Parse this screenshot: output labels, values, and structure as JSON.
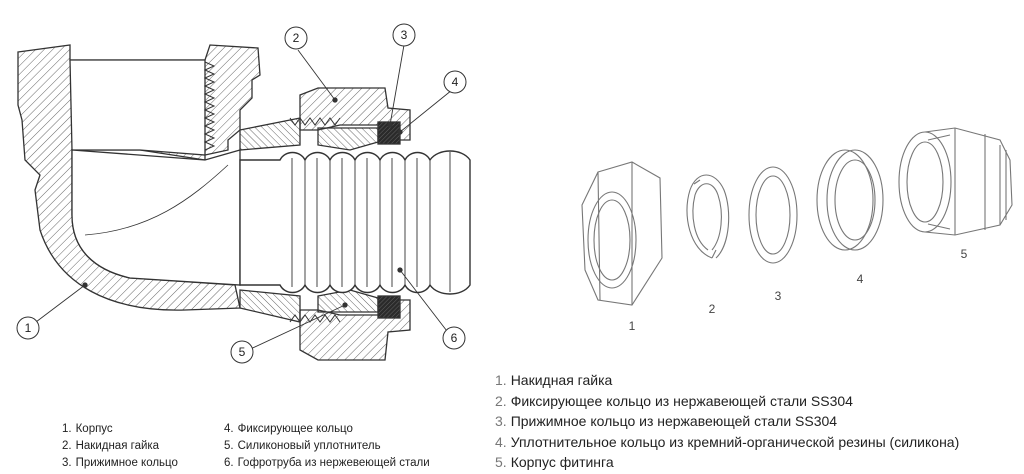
{
  "section_callouts": [
    "1",
    "2",
    "3",
    "4",
    "5",
    "6"
  ],
  "exploded_part_numbers": [
    "1",
    "2",
    "3",
    "4",
    "5"
  ],
  "legend_left": {
    "column1": [
      {
        "num": "1.",
        "text": "Корпус"
      },
      {
        "num": "2.",
        "text": "Накидная гайка"
      },
      {
        "num": "3.",
        "text": "Прижимное кольцо"
      }
    ],
    "column2": [
      {
        "num": "4.",
        "text": "Фиксирующее кольцо"
      },
      {
        "num": "5.",
        "text": "Силиконовый уплотнитель"
      },
      {
        "num": "6.",
        "text": "Гофротруба из нержевеющей стали"
      }
    ]
  },
  "legend_right": [
    {
      "num": "1.",
      "text": "Накидная гайка"
    },
    {
      "num": "2.",
      "text": "Фиксирующее кольцо из нержавеющей стали SS304"
    },
    {
      "num": "3.",
      "text": "Прижимное кольцо из нержавеющей стали SS304"
    },
    {
      "num": "4.",
      "text": "Уплотнительное кольцо из кремний-органической резины (силикона)"
    },
    {
      "num": "5.",
      "text": "Корпус фитинга"
    }
  ],
  "colors": {
    "stroke": "#333333",
    "hatch": "#555555",
    "exploded_stroke": "#777777",
    "seal_fill": "#2a2a2a"
  }
}
